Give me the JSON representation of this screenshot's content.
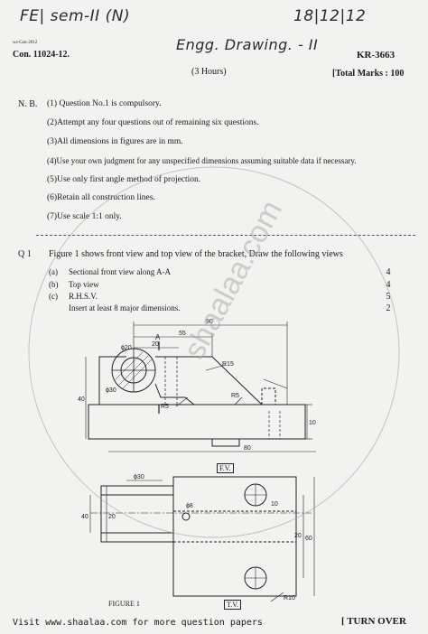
{
  "header": {
    "handwritten_left": "FE| sem-II (N)",
    "handwritten_date": "18|12|12",
    "handwritten_subject": "Engg. Drawing. - II",
    "small_code": "ws-Con-2012",
    "con_no": "Con. 11024-12.",
    "paper_code": "KR-3663",
    "duration": "(3 Hours)",
    "total_marks": "[Total Marks : 100"
  },
  "nb": {
    "label": "N. B.",
    "items": [
      "(1) Question No.1 is compulsory.",
      "(2)Attempt any four questions out of remaining six questions.",
      "(3)All dimensions in figures are in mm.",
      "(4)Use your own judgment for any unspecified dimensions assuming suitable data if necessary.",
      "(5)Use only first angle method of projection.",
      "(6)Retain all construction lines.",
      "(7)Use scale 1:1 only."
    ]
  },
  "q1": {
    "label": "Q 1",
    "text": "Figure 1 shows front view and top view of the bracket, Draw the following views",
    "parts": [
      {
        "label": "(a)",
        "text": "Sectional front view along A-A",
        "marks": "4"
      },
      {
        "label": "(b)",
        "text": "Top view",
        "marks": "4"
      },
      {
        "label": "(c)",
        "text": "R.H.S.V.",
        "marks": "5"
      },
      {
        "label": "",
        "text": "Insert at least 8 major dimensions.",
        "marks": "2"
      }
    ]
  },
  "drawing": {
    "fv_label": "F.V.",
    "tv_label": "T.V.",
    "figure_caption": "FIGURE 1",
    "dims": {
      "d90": "90",
      "d55": "55",
      "d20": "20",
      "phi20": "ϕ20",
      "phi30": "ϕ30",
      "r15": "R15",
      "r5a": "R5",
      "r5b": "R5",
      "d40": "40",
      "d80": "80",
      "d10": "10",
      "d60": "60",
      "phi8": "ϕ8",
      "r10": "R10",
      "d20b": "20",
      "d40b": "40",
      "d20c": "20",
      "d10b": "10",
      "phi30b": "ϕ30",
      "section_a": "A"
    }
  },
  "watermark": "shaalaa.com",
  "footer": {
    "visit": "Visit www.shaalaa.com for more question papers",
    "turn_over": "[ TURN OVER"
  }
}
